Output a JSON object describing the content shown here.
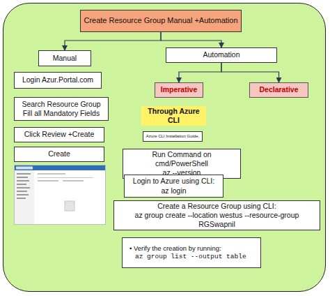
{
  "diagram": {
    "nodes": [
      {
        "text": [
          "Create Resource Group Manual +Automation"
        ]
      },
      {
        "text": [
          "Manual"
        ]
      },
      {
        "text": [
          "Automation"
        ]
      },
      {
        "text": [
          "Login Azur.Portal.com"
        ]
      },
      {
        "text": [
          "Search Resource Group Fill all Mandatory Fields"
        ]
      },
      {
        "text": [
          "Click Review +Create"
        ]
      },
      {
        "text": [
          "Create"
        ]
      },
      {
        "text": [
          "Imperative"
        ]
      },
      {
        "text": [
          "Declarative"
        ]
      },
      {
        "text": [
          "Through Azure CLI"
        ]
      },
      {
        "text": [
          "Azure CLI Installation Guide."
        ]
      },
      {
        "text": [
          "Run Command on cmd/PowerShell",
          "az --version"
        ]
      },
      {
        "text": [
          "Login to Azure using CLI:",
          "az login"
        ]
      },
      {
        "text": [
          "Create a Resource Group using CLI:",
          "az group create --location westus --resource-group RGSwapnil"
        ]
      },
      {
        "text": [
          "• Verify the creation by running:",
          "az group list --output table"
        ]
      }
    ],
    "edges": [
      {
        "from": 0,
        "to": 1,
        "arrow": "to"
      },
      {
        "from": 0,
        "to": 2,
        "arrow": "to"
      },
      {
        "from": 2,
        "to": 7,
        "arrow": "to"
      },
      {
        "from": 2,
        "to": 8,
        "arrow": "to"
      }
    ]
  }
}
